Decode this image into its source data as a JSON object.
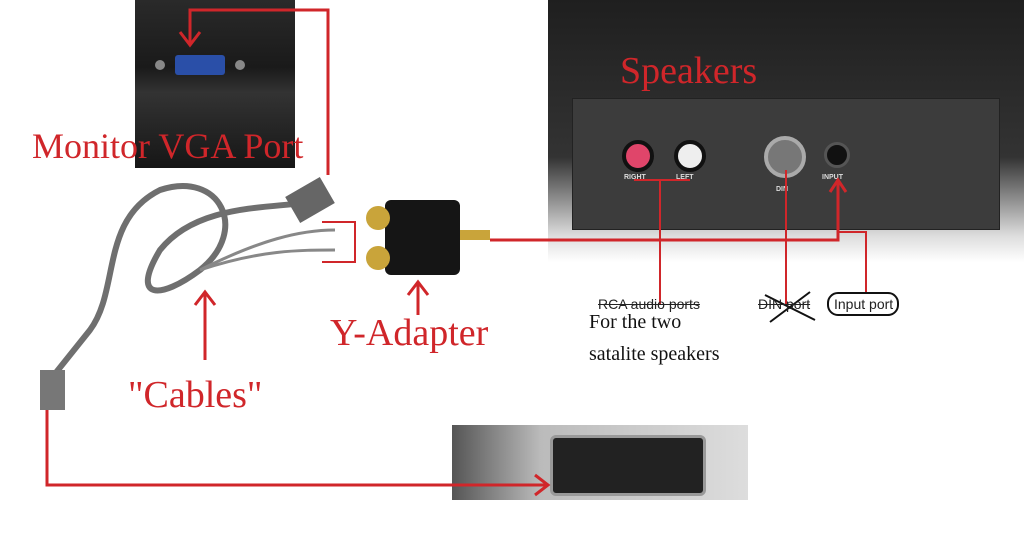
{
  "labels": {
    "speakers": "Speakers",
    "monitor_vga_port": "Monitor VGA Port",
    "y_adapter": "Y-Adapter",
    "cables": "\"Cables\"",
    "rca_audio_ports": "RCA audio ports",
    "din_port": "DIN port",
    "input_port": "Input port",
    "for_the_two": "For the two",
    "satalite_speakers": "satalite speakers"
  },
  "speaker_panel": {
    "right": "RIGHT",
    "left": "LEFT",
    "din": "DIN",
    "input": "INPUT"
  },
  "colors": {
    "annotation": "#d0262a"
  }
}
